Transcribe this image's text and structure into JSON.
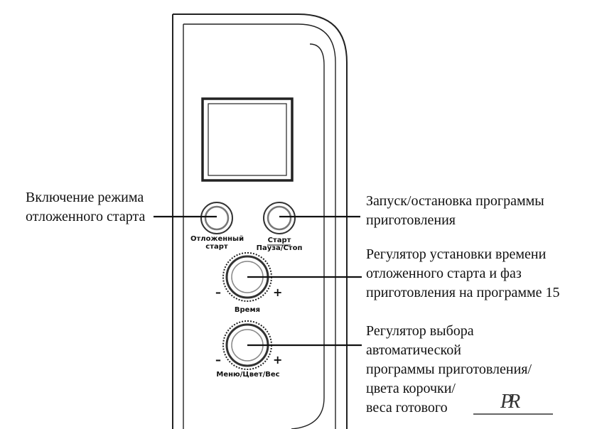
{
  "callouts": {
    "delayed_start": [
      "Включение режима",
      "отложенного старта"
    ],
    "start_stop": [
      "Запуск/остановка программы",
      "приготовления"
    ],
    "time_knob": [
      "Регулятор установки времени",
      "отложенного старта и фаз",
      "приготовления на программе 15"
    ],
    "menu_knob": [
      "Регулятор выбора",
      "автоматической",
      "программы приготовления/",
      "цвета корочки/",
      "веса готового"
    ]
  },
  "panel": {
    "btn_delayed_label": [
      "Отложенный",
      "старт"
    ],
    "btn_start_label": [
      "Старт",
      "Пауза/Стоп"
    ],
    "knob_time_label": "Время",
    "knob_menu_label": "Меню/Цвет/Вес",
    "minus": "–",
    "plus": "+"
  },
  "logo": {
    "text": "PR"
  }
}
